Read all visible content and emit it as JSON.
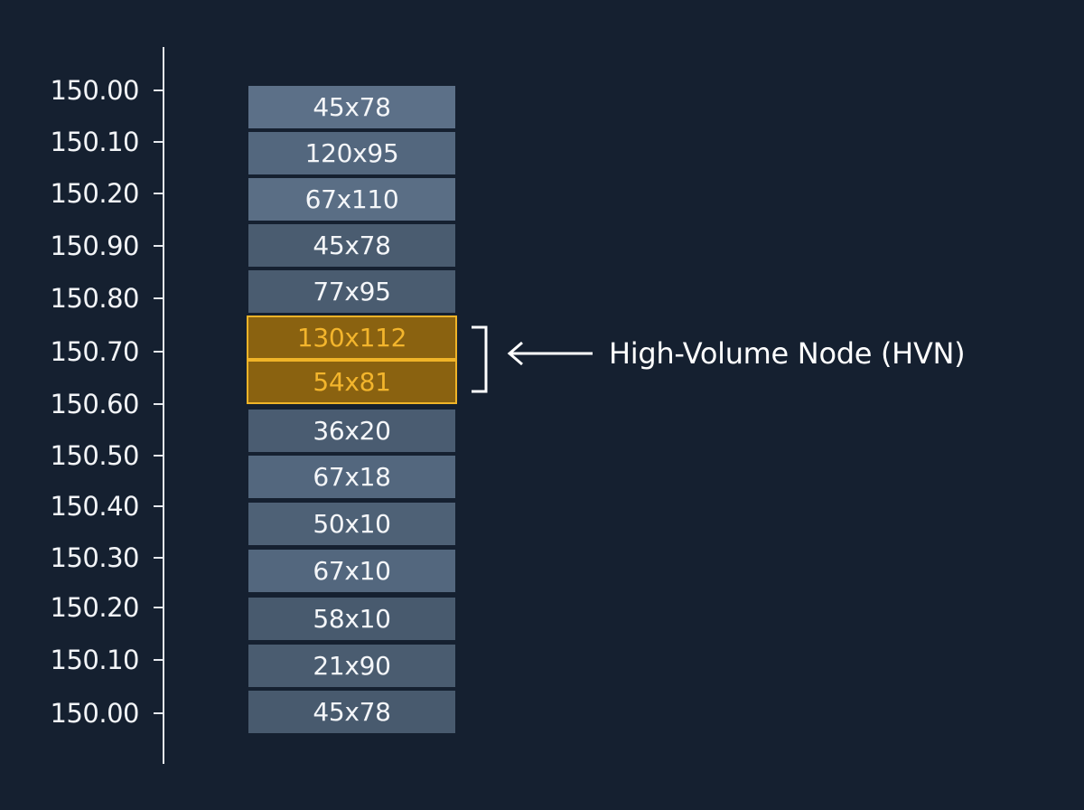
{
  "price_levels": [
    "150.00",
    "150.10",
    "150.20",
    "150.90",
    "150.80",
    "150.70",
    "150.60",
    "150.50",
    "150.40",
    "150.30",
    "150.20",
    "150.10",
    "150.00"
  ],
  "cells": [
    {
      "label": "45x78",
      "highlight": false
    },
    {
      "label": "120x95",
      "highlight": false
    },
    {
      "label": "67x110",
      "highlight": false
    },
    {
      "label": "45x78",
      "highlight": false
    },
    {
      "label": "77x95",
      "highlight": false
    },
    {
      "label": "130x112",
      "highlight": true
    },
    {
      "label": "54x81",
      "highlight": true
    },
    {
      "label": "36x20",
      "highlight": false
    },
    {
      "label": "67x18",
      "highlight": false
    },
    {
      "label": "50x10",
      "highlight": false
    },
    {
      "label": "67x10",
      "highlight": false
    },
    {
      "label": "58x10",
      "highlight": false
    },
    {
      "label": "21x90",
      "highlight": false
    },
    {
      "label": "45x78",
      "highlight": false
    }
  ],
  "annotation": {
    "label": "High-Volume Node (HVN)"
  },
  "colors": {
    "background": "#152030",
    "highlight_fill": "#8a6210",
    "highlight_border": "#f0b428",
    "highlight_text": "#f3b52c",
    "cell_text": "#f4f6f9"
  }
}
